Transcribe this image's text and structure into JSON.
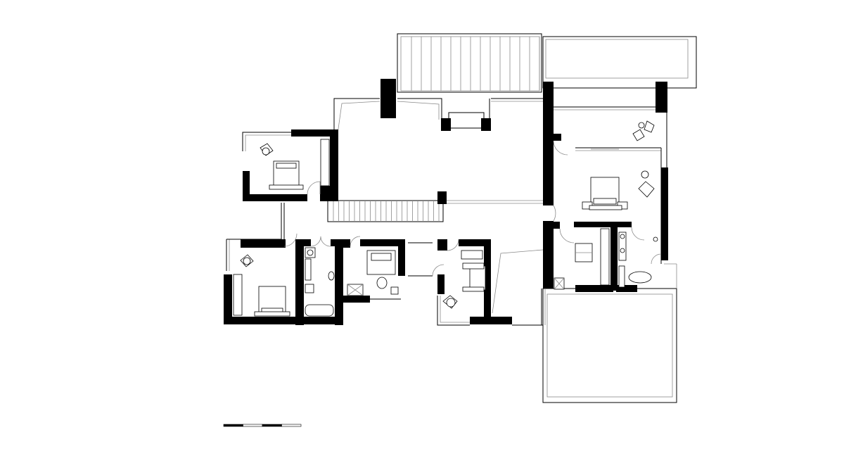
{
  "drawing": {
    "type": "architectural floor plan",
    "colors": {
      "wall": "#000000",
      "line": "#000000",
      "light_line": "#8a8a8a",
      "background": "#ffffff"
    },
    "rooms": [
      {
        "id": "bedroom-nw",
        "furniture": [
          "double-bed",
          "armchair"
        ]
      },
      {
        "id": "bedroom-sw",
        "furniture": [
          "double-bed",
          "armchair",
          "wardrobe"
        ]
      },
      {
        "id": "bathroom-sw",
        "furniture": [
          "bathtub",
          "washbasin",
          "toilet"
        ]
      },
      {
        "id": "bathroom-center",
        "furniture": [
          "toilet",
          "washbasin",
          "shower"
        ]
      },
      {
        "id": "study",
        "furniture": [
          "sofa",
          "armchair"
        ]
      },
      {
        "id": "master-bedroom",
        "furniture": [
          "double-bed",
          "armchair",
          "nightstands"
        ]
      },
      {
        "id": "dressing-room",
        "furniture": [
          "ottoman",
          "wardrobe"
        ]
      },
      {
        "id": "master-bath",
        "furniture": [
          "oval-bathtub",
          "double-washbasin",
          "shower"
        ]
      },
      {
        "id": "balcony",
        "furniture": [
          "armchairs",
          "side-table"
        ]
      },
      {
        "id": "stair-hall",
        "furniture": [
          "staircase"
        ]
      },
      {
        "id": "terrace-south",
        "furniture": []
      },
      {
        "id": "deck-north",
        "furniture": [
          "decking"
        ]
      }
    ],
    "scale_bar": {
      "segments": 4
    }
  }
}
